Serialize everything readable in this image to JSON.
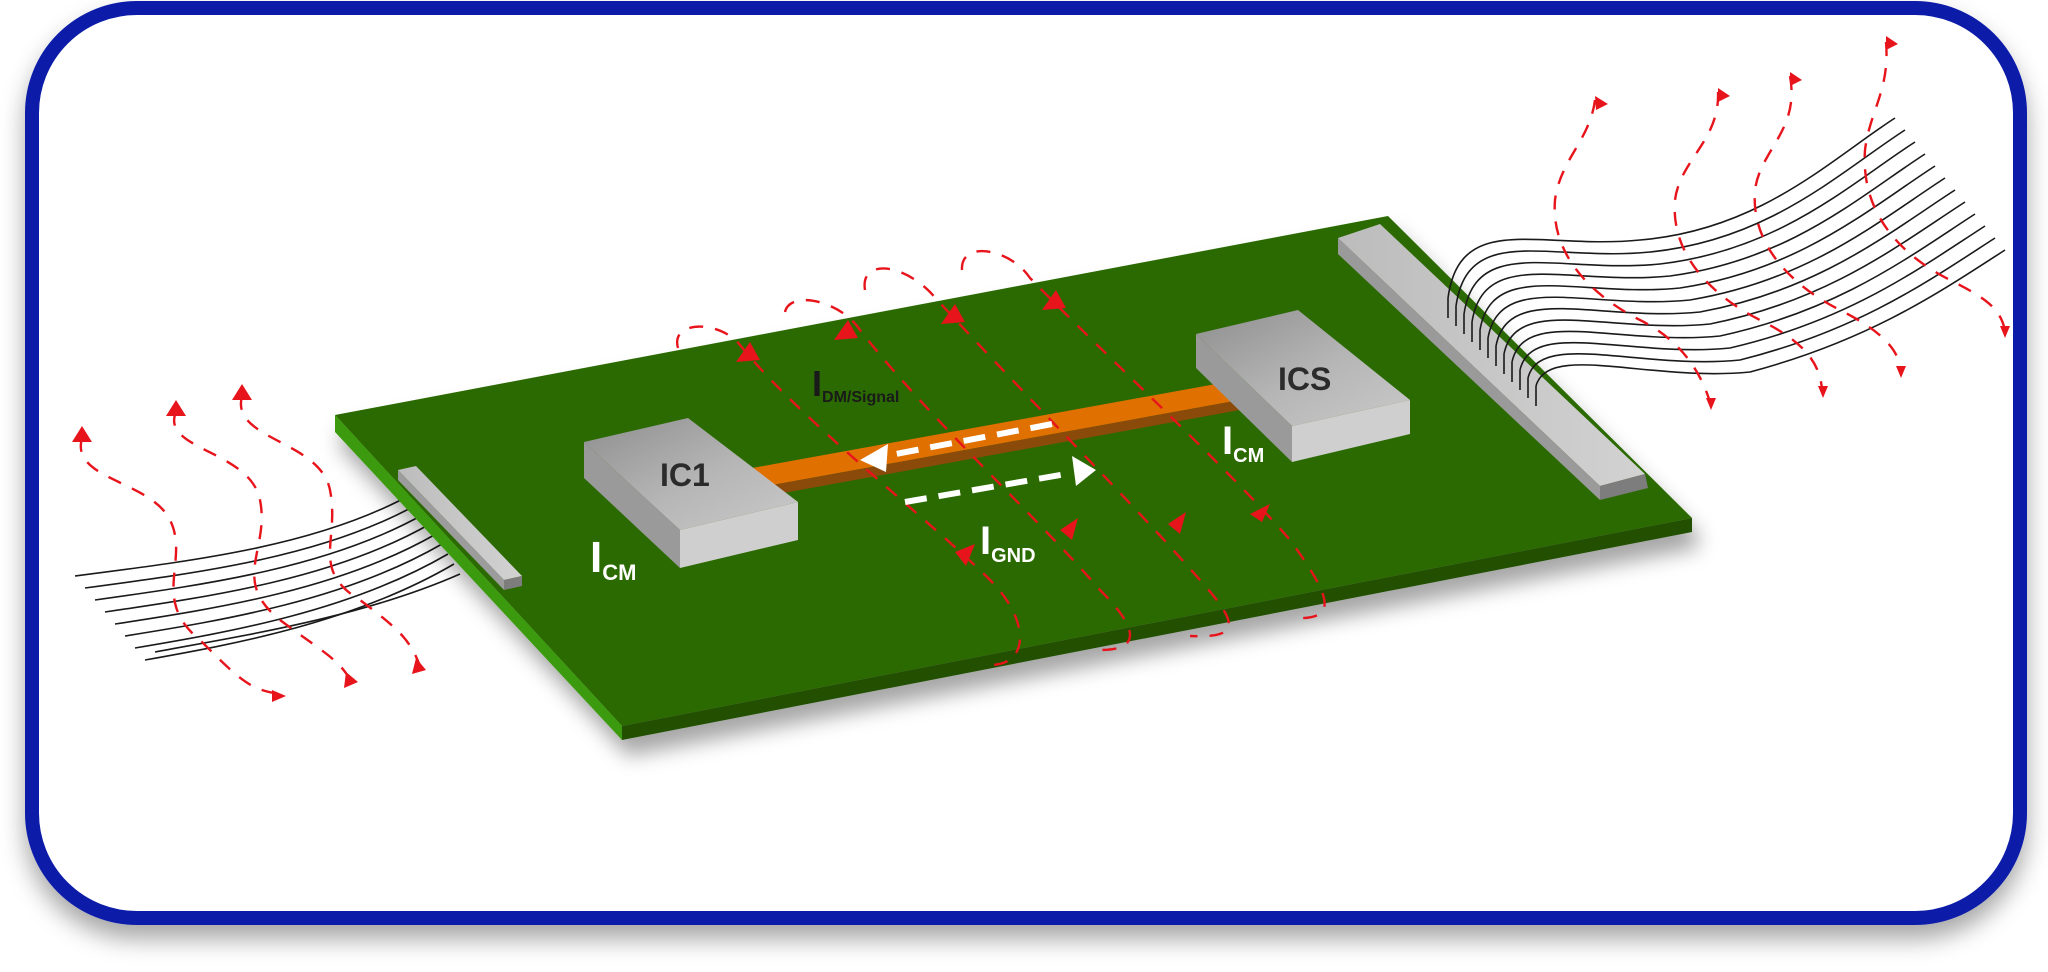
{
  "diagram": {
    "components": {
      "ic1": "IC1",
      "ics": "ICS"
    },
    "currents": {
      "signal": {
        "main": "I",
        "sub": "DM/Signal"
      },
      "ground": {
        "main": "I",
        "sub": "GND"
      },
      "cm_left": {
        "main": "I",
        "sub": "CM"
      },
      "cm_right": {
        "main": "I",
        "sub": "CM"
      }
    },
    "colors": {
      "frame": "#0b1ea8",
      "board_top": "#2a6a00",
      "board_front": "#204f00",
      "board_side": "#3a9a10",
      "trace": "#e07000",
      "chip": "#a9a9a9",
      "field_lines": "#e8141c",
      "current_arrows": "#ffffff",
      "cable": "#1a1a1a"
    }
  }
}
